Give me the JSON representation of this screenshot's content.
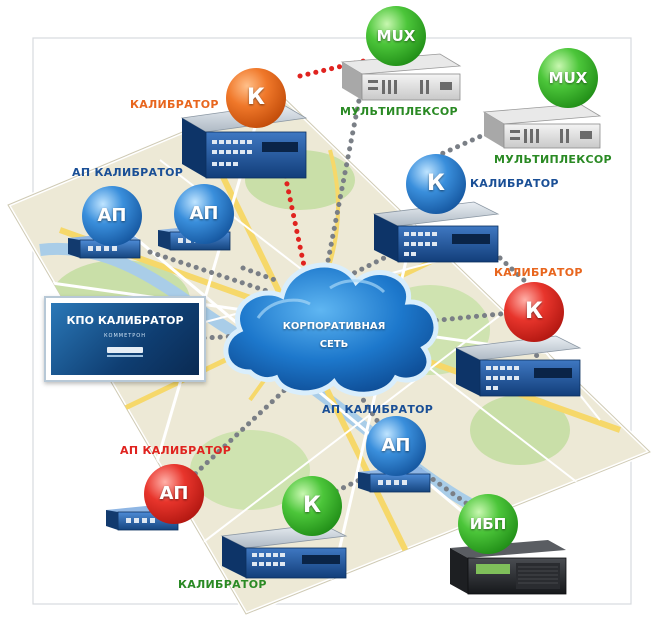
{
  "nodes": {
    "k_top": {
      "badge": "К",
      "label": "КАЛИБРАТОР"
    },
    "mux1": {
      "badge": "MUX",
      "label": "МУЛЬТИПЛЕКСОР"
    },
    "mux2": {
      "badge": "MUX",
      "label": "МУЛЬТИПЛЕКСОР"
    },
    "ap_pair": {
      "badge": "АП",
      "label": "АП КАЛИБРАТОР"
    },
    "k_blue": {
      "badge": "К",
      "label": "КАЛИБРАТОР"
    },
    "k_red": {
      "badge": "К",
      "label": "КАЛИБРАТОР"
    },
    "kpo": {
      "title": "КПО КАЛИБРАТОР",
      "brand": "КОММЕТРОН"
    },
    "cloud": {
      "line1": "КОРПОРАТИВНАЯ",
      "line2": "СЕТЬ"
    },
    "ap_center": {
      "badge": "АП",
      "label": "АП КАЛИБРАТОР"
    },
    "ap_red": {
      "badge": "АП",
      "label": "АП КАЛИБРАТОР"
    },
    "k_bottom": {
      "badge": "К",
      "label": "КАЛИБРАТОР"
    },
    "ups": {
      "badge": "ИБП"
    }
  },
  "colors": {
    "orange": "#e8661e",
    "blue": "#1a4f96",
    "green": "#2a8a24",
    "red": "#e0231f",
    "link_gray": "#7a7f86",
    "link_red": "#e0231f"
  }
}
